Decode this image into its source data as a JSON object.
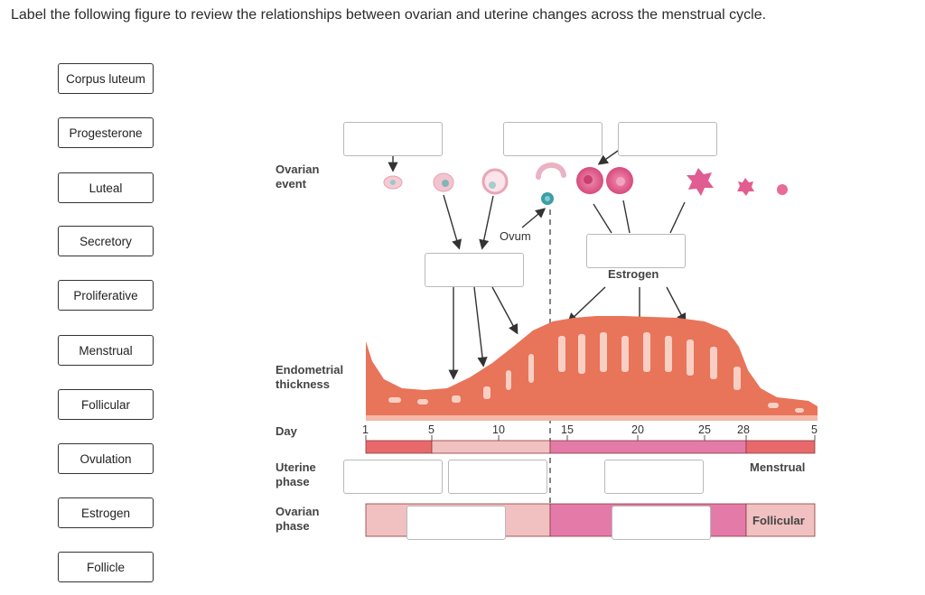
{
  "instruction": "Label the following figure to review the relationships between ovarian and uterine changes across the menstrual cycle.",
  "bank": [
    "Corpus luteum",
    "Progesterone",
    "Luteal",
    "Secretory",
    "Proliferative",
    "Menstrual",
    "Follicular",
    "Ovulation",
    "Estrogen",
    "Follicle"
  ],
  "figure": {
    "ovarian_event": [
      "Ovarian",
      "event"
    ],
    "endometrial": [
      "Endometrial",
      "thickness"
    ],
    "day": "Day",
    "uterine_phase": [
      "Uterine",
      "phase"
    ],
    "ovarian_phase": [
      "Ovarian",
      "phase"
    ],
    "ovum": "Ovum",
    "estrogen": "Estrogen",
    "menstrual": "Menstrual",
    "follicular": "Follicular",
    "day_ticks": [
      "1",
      "5",
      "10",
      "15",
      "20",
      "25",
      "28",
      "5"
    ]
  },
  "colors": {
    "menstrual_bar": "#e8696c",
    "light_pink": "#f1c1c1",
    "magenta": "#e37aa8",
    "endometrium": "#e8745a"
  }
}
